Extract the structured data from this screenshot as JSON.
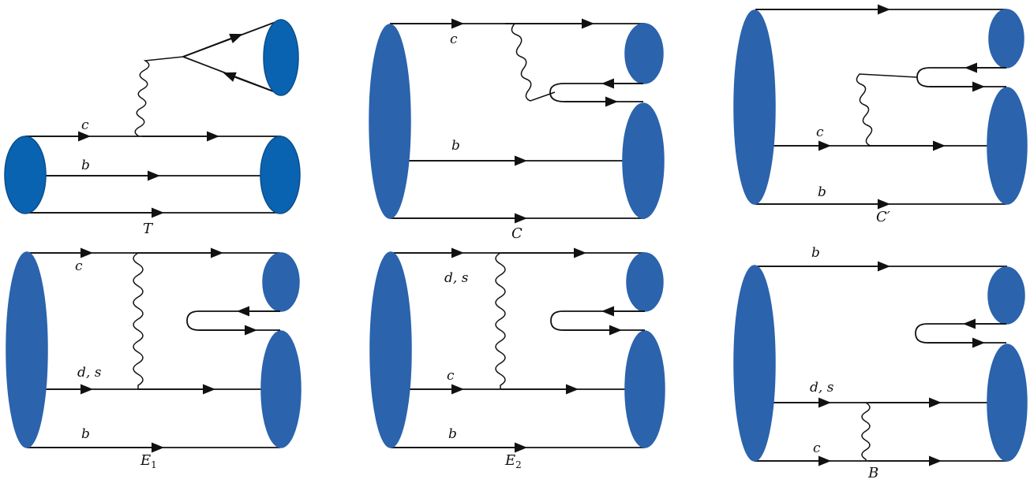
{
  "diagrams": [
    {
      "id": "T",
      "caption": "T",
      "labels": {
        "top": "c",
        "mid": "b"
      }
    },
    {
      "id": "C",
      "caption": "C",
      "labels": {
        "top": "c",
        "mid": "b"
      }
    },
    {
      "id": "Cp",
      "caption": "C′",
      "labels": {
        "mid": "c",
        "bot": "b"
      }
    },
    {
      "id": "E1",
      "caption_base": "E",
      "caption_sub": "1",
      "labels": {
        "top": "c",
        "mid": "d, s",
        "bot": "b"
      }
    },
    {
      "id": "E2",
      "caption_base": "E",
      "caption_sub": "2",
      "labels": {
        "top": "d, s",
        "mid": "c",
        "bot": "b"
      }
    },
    {
      "id": "B",
      "caption": "B",
      "labels": {
        "top": "b",
        "mid": "d, s",
        "bot": "c"
      }
    }
  ],
  "colors": {
    "meson": "#2b63ad",
    "line": "#111111"
  }
}
